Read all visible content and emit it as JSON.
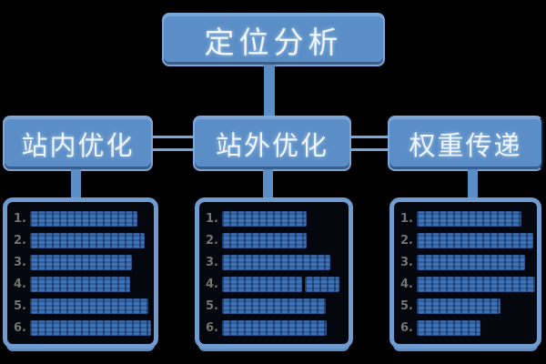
{
  "diagram": {
    "type": "hierarchy-flowchart",
    "topic": "SEO structure diagram",
    "background_color": "#000000",
    "colors": {
      "node_fill": "#5b8ec6",
      "node_border": "#7aa6d8",
      "node_text": "#eef5fd",
      "panel_border": "#6f9bd0",
      "panel_background": "#04070d",
      "item_bar": "#3c73ba",
      "item_number": "#747474",
      "connector": "#5b8ec6"
    },
    "root": {
      "title": "定位分析"
    },
    "branches": [
      {
        "title": "站内优化",
        "items": [
          {
            "num": "1.",
            "bars": [
              118
            ]
          },
          {
            "num": "2.",
            "bars": [
              126
            ]
          },
          {
            "num": "3.",
            "bars": [
              112
            ]
          },
          {
            "num": "4.",
            "bars": [
              110
            ]
          },
          {
            "num": "5.",
            "bars": [
              130
            ]
          },
          {
            "num": "6.",
            "bars": [
              133
            ]
          }
        ]
      },
      {
        "title": "站外优化",
        "items": [
          {
            "num": "1.",
            "bars": [
              93
            ]
          },
          {
            "num": "2.",
            "bars": [
              93
            ]
          },
          {
            "num": "3.",
            "bars": [
              119
            ]
          },
          {
            "num": "4.",
            "bars": [
              88,
              38
            ]
          },
          {
            "num": "5.",
            "bars": [
              114
            ]
          },
          {
            "num": "6.",
            "bars": [
              115
            ]
          }
        ]
      },
      {
        "title": "权重传递",
        "items": [
          {
            "num": "1.",
            "bars": [
              115
            ]
          },
          {
            "num": "2.",
            "bars": [
              128
            ]
          },
          {
            "num": "3.",
            "bars": [
              119
            ]
          },
          {
            "num": "4.",
            "bars": [
              130
            ]
          },
          {
            "num": "5.",
            "bars": [
              92
            ]
          },
          {
            "num": "6.",
            "bars": [
              70
            ]
          }
        ]
      }
    ],
    "note": "list item text is rendered illegibly small in source; shown as highlighted text bars"
  }
}
